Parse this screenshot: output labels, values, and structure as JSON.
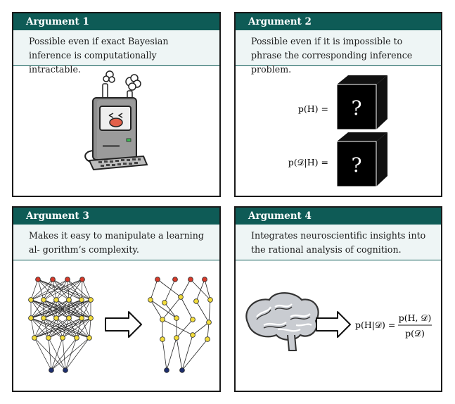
{
  "panels": [
    {
      "title": "Argument 1",
      "text": "Possible even if exact Bayesian inference is computationally intractable."
    },
    {
      "title": "Argument 2",
      "text": "Possible even if it is impossible to phrase the corresponding inference problem."
    },
    {
      "title": "Argument 3",
      "text": "Makes it easy to manipulate a learning al- gorithm’s complexity."
    },
    {
      "title": "Argument 4",
      "text": "Integrates neuroscientific insights into the rational analysis of cognition."
    }
  ],
  "formulas": {
    "prior_label": "p(H) =",
    "likelihood_label": "p(𝒟|H) =",
    "box_symbol": "?",
    "posterior_lhs": "p(H|𝒟) =",
    "posterior_num": "p(H, 𝒟)",
    "posterior_den": "p(𝒟)"
  },
  "icons": [
    "overheating-computer-icon",
    "mystery-box-icon",
    "neural-network-icon",
    "brain-icon",
    "arrow-icon"
  ],
  "colors": {
    "header": "#0e5b56",
    "subtitle_bg": "#eef5f5",
    "node_red": "#d63a2a",
    "node_yellow": "#f2dc3c",
    "node_blue": "#1e2f6e"
  }
}
